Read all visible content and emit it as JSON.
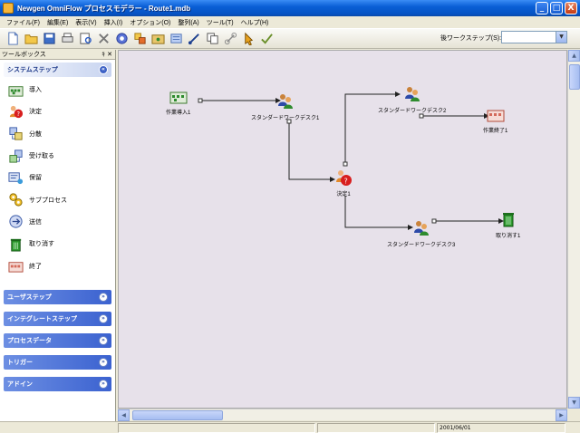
{
  "window": {
    "title": "Newgen OmniFlow プロセスモデラー - Route1.mdb",
    "buttons": [
      "_",
      "□",
      "X"
    ]
  },
  "menu": [
    "ファイル(F)",
    "編集(E)",
    "表示(V)",
    "挿入(I)",
    "オプション(O)",
    "整列(A)",
    "ツール(T)",
    "ヘルプ(H)"
  ],
  "toolbar": {
    "icons": [
      "new-icon",
      "open-icon",
      "save-icon",
      "print-icon",
      "preview-icon",
      "delete-icon",
      "zoom-icon",
      "step-icon",
      "group-icon",
      "list-icon",
      "connect-icon",
      "copy-icon",
      "link-icon",
      "pointer-icon",
      "check-icon"
    ],
    "workstep_label": "後ワークステップ(S):",
    "workstep_value": ""
  },
  "toolbox": {
    "title": "ツールボックス",
    "header_controls": "ｷ ✕",
    "open_group": "システムステップ",
    "items": [
      {
        "label": "導入",
        "icon": "introduce-icon"
      },
      {
        "label": "決定",
        "icon": "decision-icon"
      },
      {
        "label": "分散",
        "icon": "distribute-icon"
      },
      {
        "label": "受け取る",
        "icon": "receive-icon"
      },
      {
        "label": "保留",
        "icon": "hold-icon"
      },
      {
        "label": "サブプロセス",
        "icon": "subprocess-icon"
      },
      {
        "label": "送信",
        "icon": "send-icon"
      },
      {
        "label": "取り消す",
        "icon": "discard-icon"
      },
      {
        "label": "終了",
        "icon": "exit-icon"
      }
    ],
    "closed_groups": [
      "ユーザステップ",
      "インテグレートステップ",
      "プロセスデータ",
      "トリガー",
      "アドイン"
    ]
  },
  "canvas": {
    "nodes": [
      {
        "id": "intro",
        "label": "作業導入1"
      },
      {
        "id": "ws1",
        "label": "スタンダードワークデスク1"
      },
      {
        "id": "ws2",
        "label": "スタンダードワークデスク2"
      },
      {
        "id": "exit",
        "label": "作業終了1"
      },
      {
        "id": "dec",
        "label": "決定1"
      },
      {
        "id": "ws3",
        "label": "スタンダードワークデスク3"
      },
      {
        "id": "disc",
        "label": "取り消す1"
      }
    ]
  },
  "statusbar": {
    "date": "2001/06/01"
  },
  "colors": {
    "canvas_bg": "#e7e1ea",
    "accent": "#3b62d0"
  }
}
